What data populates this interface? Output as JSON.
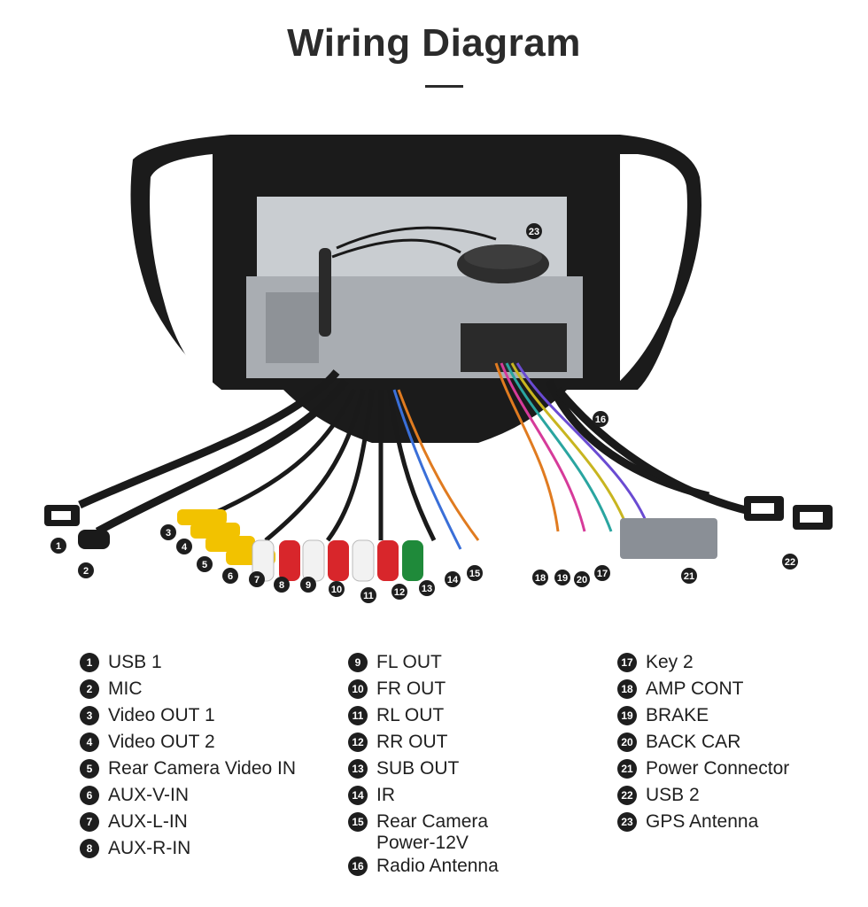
{
  "title": "Wiring Diagram",
  "legend": {
    "col1": [
      {
        "num": "1",
        "label": "USB 1"
      },
      {
        "num": "2",
        "label": "MIC"
      },
      {
        "num": "3",
        "label": "Video OUT 1"
      },
      {
        "num": "4",
        "label": "Video OUT 2"
      },
      {
        "num": "5",
        "label": "Rear Camera Video IN"
      },
      {
        "num": "6",
        "label": "AUX-V-IN"
      },
      {
        "num": "7",
        "label": "AUX-L-IN"
      },
      {
        "num": "8",
        "label": "AUX-R-IN"
      }
    ],
    "col2": [
      {
        "num": "9",
        "label": "FL OUT"
      },
      {
        "num": "10",
        "label": "FR OUT"
      },
      {
        "num": "11",
        "label": "RL OUT"
      },
      {
        "num": "12",
        "label": "RR OUT"
      },
      {
        "num": "13",
        "label": "SUB OUT"
      },
      {
        "num": "14",
        "label": "IR"
      },
      {
        "num": "15",
        "label": "Rear Camera\nPower-12V"
      },
      {
        "num": "16",
        "label": "Radio Antenna"
      }
    ],
    "col3": [
      {
        "num": "17",
        "label": "Key 2"
      },
      {
        "num": "18",
        "label": "AMP CONT"
      },
      {
        "num": "19",
        "label": "BRAKE"
      },
      {
        "num": "20",
        "label": "BACK CAR"
      },
      {
        "num": "21",
        "label": "Power Connector"
      },
      {
        "num": "22",
        "label": "USB 2"
      },
      {
        "num": "23",
        "label": "GPS Antenna"
      }
    ]
  },
  "colors": {
    "badge": "#1e1e1e",
    "rca_yellow": "#f2c200",
    "rca_white": "#f2f2f2",
    "rca_red": "#d8262b",
    "rca_green": "#1f8a3a",
    "frame": "#1b1b1b",
    "chassis": "#c9cdd1"
  }
}
